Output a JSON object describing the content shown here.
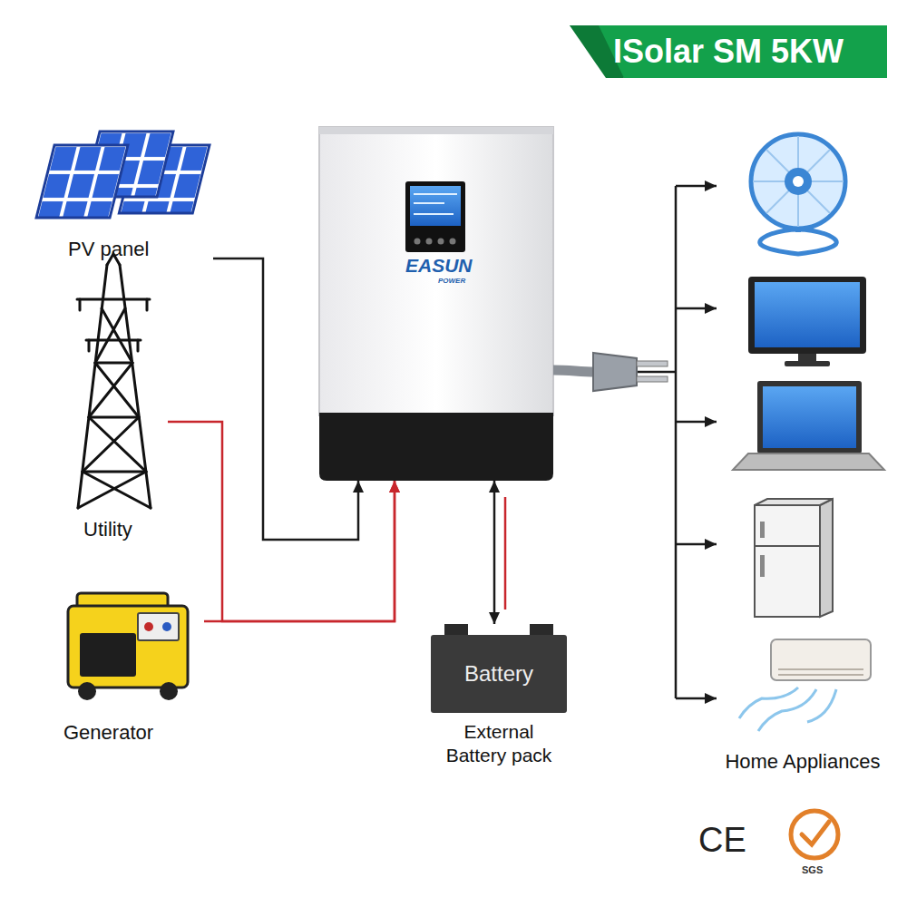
{
  "diagram": {
    "title": "ISolar SM 5KW",
    "nodes": [
      {
        "text": [
          "PV panel"
        ]
      },
      {
        "text": [
          "Utility"
        ]
      },
      {
        "text": [
          "Generator"
        ]
      },
      {
        "text": [
          "EASUN",
          "POWER"
        ]
      },
      {
        "text": [
          "Battery",
          "External Battery pack"
        ]
      },
      {
        "text": [
          "Home Appliances"
        ]
      }
    ],
    "edges": [
      {
        "from": 0,
        "to": 3,
        "arrow": "to"
      },
      {
        "from": 1,
        "to": 3,
        "arrow": "to"
      },
      {
        "from": 2,
        "to": 3,
        "arrow": "to"
      },
      {
        "from": 3,
        "to": 4,
        "arrow": "both"
      },
      {
        "from": 3,
        "to": 5,
        "arrow": "to"
      }
    ],
    "labels": [
      "CE",
      "SGS"
    ]
  }
}
